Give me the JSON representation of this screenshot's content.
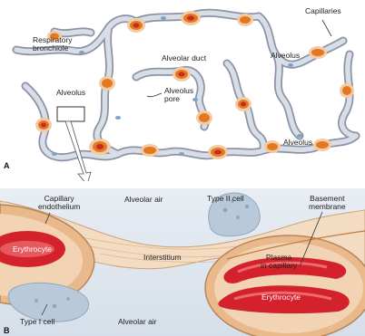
{
  "panel_a": {
    "letter": "A",
    "labels": {
      "capillaries": "Capillaries",
      "respiratory_bronchiole": "Respiratory\nbronchiole",
      "alveolar_duct": "Alveolar duct",
      "alveolus_top_right": "Alveolus",
      "alveolus_left": "Alveolus",
      "alveolus_pore": "Alveolus\npore",
      "alveolus_bottom_right": "Alveolus"
    }
  },
  "panel_b": {
    "letter": "B",
    "labels": {
      "capillary_endothelium": "Capillary\nendothelium",
      "alveolar_air_top": "Alveolar air",
      "type_ii_cell": "Type II cell",
      "basement_membrane": "Basement\nmembrane",
      "erythrocyte_left": "Erythrocyte",
      "interstitium": "Interstitium",
      "plasma_in_capillary": "Plasma\nin capillary",
      "erythrocyte_right": "Erythrocyte",
      "type_i_cell": "Type I cell",
      "alveolar_air_bottom": "Alveolar air"
    }
  },
  "colors": {
    "wall_fill": "#d9dde6",
    "wall_outline": "#8a93a8",
    "capillary_orange": "#e2781f",
    "capillary_red": "#c8282a",
    "tissue_peach": "#f2cba4",
    "interstitium": "#f4dcc3",
    "cell_blue": "#b9c9da",
    "erythrocyte": "#d4222c",
    "panel_b_background": "#dfe6ee"
  }
}
